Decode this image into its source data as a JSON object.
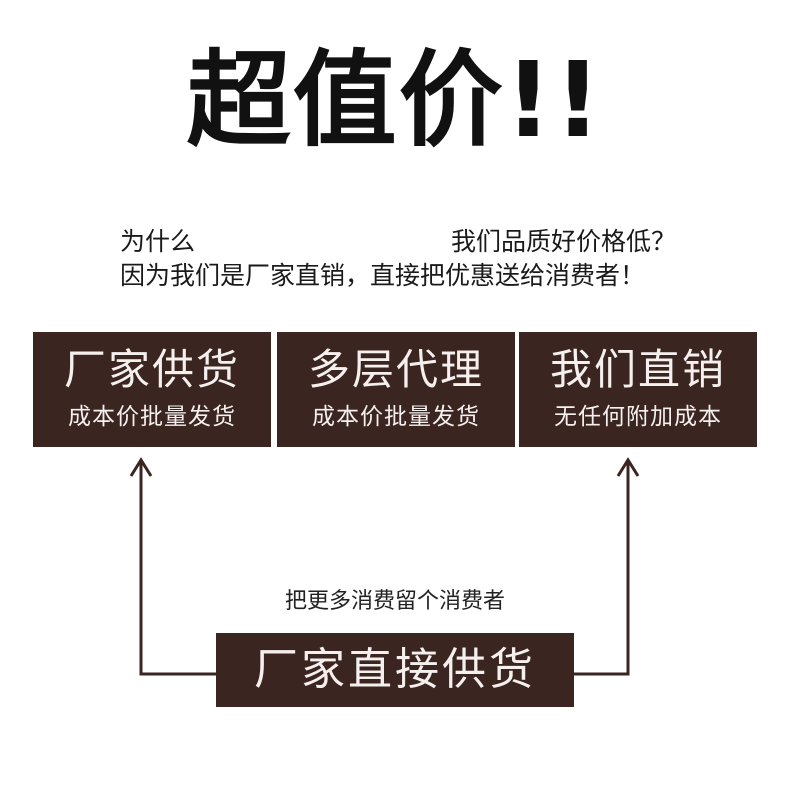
{
  "title": "超值价!!",
  "question": {
    "part1": "为什么",
    "part2": "我们品质好价格低？"
  },
  "answer": "因为我们是厂家直销，直接把优惠送给消费者！",
  "boxes": [
    {
      "title": "厂家供货",
      "subtitle": "成本价批量发货"
    },
    {
      "title": "多层代理",
      "subtitle": "成本价批量发货"
    },
    {
      "title": "我们直销",
      "subtitle": "无任何附加成本"
    }
  ],
  "caption": "把更多消费留个消费者",
  "bottom_box": "厂家直接供货",
  "colors": {
    "box_background": "#3a2520",
    "box_text": "#f5f0ee",
    "arrow": "#3a2520"
  }
}
